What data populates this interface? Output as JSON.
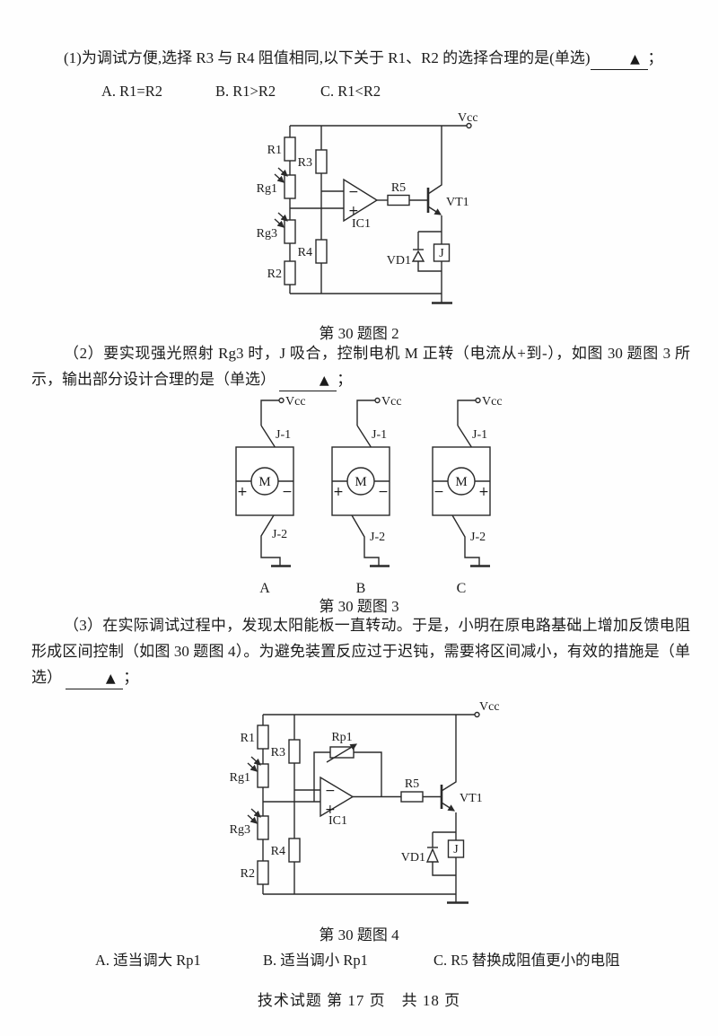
{
  "q1": {
    "prefix": "(1)为调试方便,选择 R3 与 R4 阻值相同,以下关于 R1、R2 的选择合理的是(单选)",
    "blank": "▲",
    "suffix": "；",
    "options": [
      "A. R1=R2",
      "B. R1>R2",
      "C. R1<R2"
    ]
  },
  "fig2": {
    "caption": "第 30 题图 2",
    "labels": {
      "vcc": "Vcc",
      "r1": "R1",
      "r3": "R3",
      "rg1": "Rg1",
      "rg3": "Rg3",
      "r4": "R4",
      "r2": "R2",
      "minus": "−",
      "plus": "+",
      "ic1": "IC1",
      "r5": "R5",
      "vt1": "VT1",
      "vd1": "VD1",
      "j": "J"
    }
  },
  "q2": {
    "prefix": "（2）要实现强光照射 Rg3 时，J 吸合，控制电机 M 正转（电流从+到-），如图 30 题图 3 所示，输出部分设计合理的是（单选）",
    "blank": "▲",
    "suffix": "；"
  },
  "fig3": {
    "caption": "第 30 题图 3",
    "circuits": [
      {
        "label": "A",
        "vcc": "Vcc",
        "j1": "J-1",
        "j2": "J-2",
        "motor": "M",
        "pol_left": "+",
        "pol_right": "−"
      },
      {
        "label": "B",
        "vcc": "Vcc",
        "j1": "J-1",
        "j2": "J-2",
        "motor": "M",
        "pol_left": "+",
        "pol_right": "−"
      },
      {
        "label": "C",
        "vcc": "Vcc",
        "j1": "J-1",
        "j2": "J-2",
        "motor": "M",
        "pol_left": "−",
        "pol_right": "+"
      }
    ]
  },
  "q3": {
    "prefix": "（3）在实际调试过程中，发现太阳能板一直转动。于是，小明在原电路基础上增加反馈电阻形成区间控制（如图 30 题图 4）。为避免装置反应过于迟钝，需要将区间减小，有效的措施是（单选）",
    "blank": "▲",
    "suffix": "；",
    "options": [
      "A. 适当调大 Rp1",
      "B. 适当调小 Rp1",
      "C. R5 替换成阻值更小的电阻"
    ]
  },
  "fig4": {
    "caption": "第 30 题图 4",
    "labels": {
      "vcc": "Vcc",
      "r1": "R1",
      "r3": "R3",
      "rg1": "Rg1",
      "rg3": "Rg3",
      "r4": "R4",
      "r2": "R2",
      "rp1": "Rp1",
      "minus": "−",
      "plus": "+",
      "ic1": "IC1",
      "r5": "R5",
      "vt1": "VT1",
      "vd1": "VD1",
      "j": "J"
    }
  },
  "footer": "技术试题 第 17 页　共 18 页"
}
